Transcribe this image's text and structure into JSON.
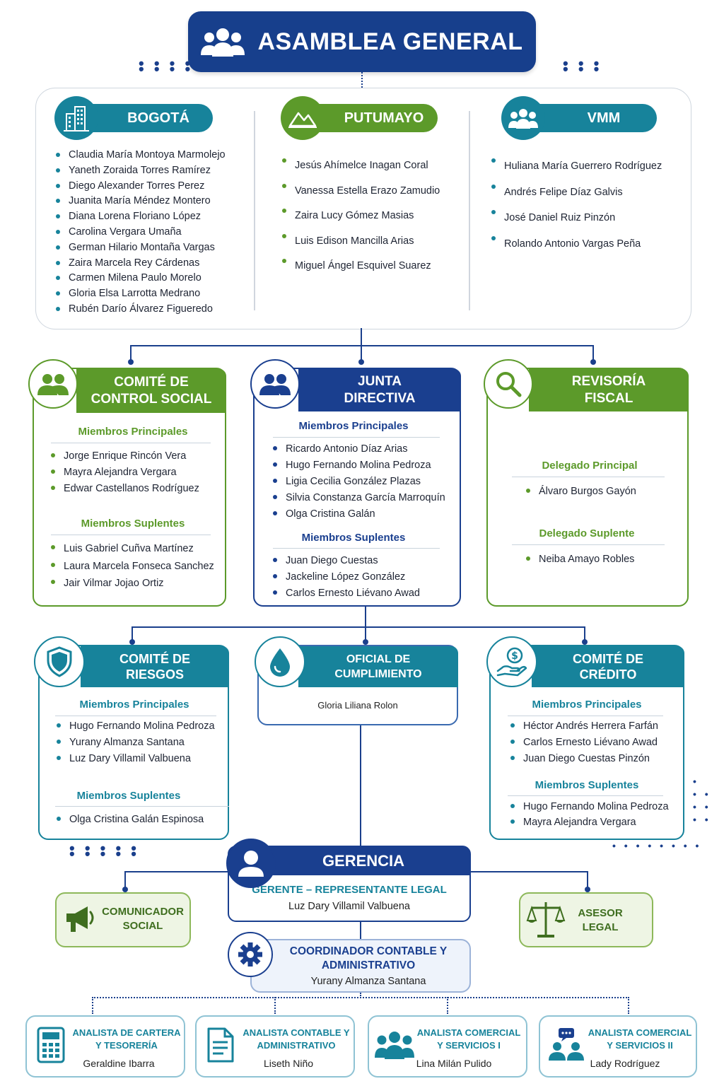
{
  "header": {
    "title": "ASAMBLEA GENERAL",
    "icon": "people-group-icon"
  },
  "regions": [
    {
      "title": "BOGOTÁ",
      "icon": "city-buildings-icon",
      "color": "#17839b",
      "members": [
        "Claudia María Montoya Marmolejo",
        "Yaneth Zoraida Torres Ramírez",
        "Diego Alexander Torres Perez",
        "Juanita María Méndez Montero",
        "Diana Lorena Floriano López",
        "Carolina Vergara Umaña",
        "German Hilario Montaña Vargas",
        "Zaira Marcela Rey Cárdenas",
        "Carmen Milena Paulo Morelo",
        "Gloria Elsa Larrotta Medrano",
        "Rubén Darío Álvarez Figueredo"
      ]
    },
    {
      "title": "PUTUMAYO",
      "icon": "mountains-icon",
      "color": "#5c9a2a",
      "members": [
        "Jesús Ahímelce Inagan Coral",
        "Vanessa Estella Erazo Zamudio",
        "Zaira Lucy Gómez Masias",
        "Luis Edison Mancilla Arias",
        "Miguel Ángel Esquivel Suarez"
      ]
    },
    {
      "title": "VMM",
      "icon": "people-group-icon",
      "color": "#17839b",
      "members": [
        "Huliana María Guerrero Rodríguez",
        "Andrés Felipe Díaz Galvis",
        "José Daniel Ruiz Pinzón",
        "Rolando Antonio Vargas Peña"
      ]
    }
  ],
  "control_social": {
    "title1": "COMITÉ DE",
    "title2": "CONTROL SOCIAL",
    "color": "#5c9a2a",
    "principal_title": "Miembros Principales",
    "principal": [
      "Jorge Enrique Rincón Vera",
      "Mayra Alejandra Vergara",
      "Edwar Castellanos Rodríguez"
    ],
    "suplente_title": "Miembros Suplentes",
    "suplentes": [
      "Luis Gabriel Cuñva Martínez",
      "Laura Marcela Fonseca Sanchez",
      "Jair Vilmar Jojao Ortiz"
    ]
  },
  "junta": {
    "title1": "JUNTA",
    "title2": "DIRECTIVA",
    "color": "#1a3f8f",
    "principal_title": "Miembros Principales",
    "principal": [
      "Ricardo Antonio Díaz Arias",
      "Hugo Fernando Molina Pedroza",
      "Ligia Cecilia González Plazas",
      "Silvia Constanza García Marroquín",
      "Olga Cristina Galán"
    ],
    "suplente_title": "Miembros Suplentes",
    "suplentes": [
      "Juan Diego Cuestas",
      "Jackeline López González",
      "Carlos Ernesto Liévano Awad"
    ]
  },
  "revisoria": {
    "title1": "REVISORÍA",
    "title2": "FISCAL",
    "color": "#5c9a2a",
    "principal_title": "Delegado Principal",
    "principal": [
      "Álvaro Burgos Gayón"
    ],
    "suplente_title": "Delegado Suplente",
    "suplentes": [
      "Neiba Amayo Robles"
    ]
  },
  "riesgos": {
    "title1": "COMITÉ DE",
    "title2": "RIESGOS",
    "color": "#17839b",
    "principal_title": "Miembros Principales",
    "principal": [
      "Hugo Fernando Molina Pedroza",
      "Yurany Almanza Santana",
      "Luz Dary Villamil Valbuena"
    ],
    "suplente_title": "Miembros Suplentes",
    "suplentes": [
      "Olga Cristina Galán Espinosa"
    ]
  },
  "oficial": {
    "title1": "OFICIAL DE",
    "title2": "CUMPLIMIENTO",
    "color": "#17839b",
    "name": "Gloria Liliana Rolon"
  },
  "credito": {
    "title1": "COMITÉ DE",
    "title2": "CRÉDITO",
    "color": "#17839b",
    "principal_title": "Miembros Principales",
    "principal": [
      "Héctor Andrés Herrera Farfán",
      "Carlos Ernesto Liévano Awad",
      "Juan Diego Cuestas Pinzón"
    ],
    "suplente_title": "Miembros Suplentes",
    "suplentes": [
      "Hugo Fernando Molina Pedroza",
      "Mayra Alejandra Vergara"
    ]
  },
  "gerencia": {
    "title": "GERENCIA",
    "subtitle": "GERENTE – REPRESENTANTE LEGAL",
    "name": "Luz Dary Villamil Valbuena"
  },
  "comunicador": {
    "line1": "COMUNICADOR",
    "line2": "SOCIAL"
  },
  "asesor": {
    "line1": "ASESOR",
    "line2": "LEGAL"
  },
  "coordinador": {
    "line1": "COORDINADOR CONTABLE Y",
    "line2": "ADMINISTRATIVO",
    "name": "Yurany Almanza Santana"
  },
  "analysts": [
    {
      "line1": "ANALISTA DE CARTERA",
      "line2": "Y TESORERÍA",
      "name": "Geraldine Ibarra",
      "icon": "calculator-icon"
    },
    {
      "line1": "ANALISTA CONTABLE Y",
      "line2": "ADMINISTRATIVO",
      "name": "Liseth Niño",
      "icon": "document-icon"
    },
    {
      "line1": "ANALISTA COMERCIAL",
      "line2": "Y SERVICIOS I",
      "name": "Lina Milán Pulido",
      "icon": "people-group-icon"
    },
    {
      "line1": "ANALISTA COMERCIAL",
      "line2": "Y SERVICIOS II",
      "name": "Lady Rodríguez",
      "icon": "chat-people-icon"
    }
  ]
}
